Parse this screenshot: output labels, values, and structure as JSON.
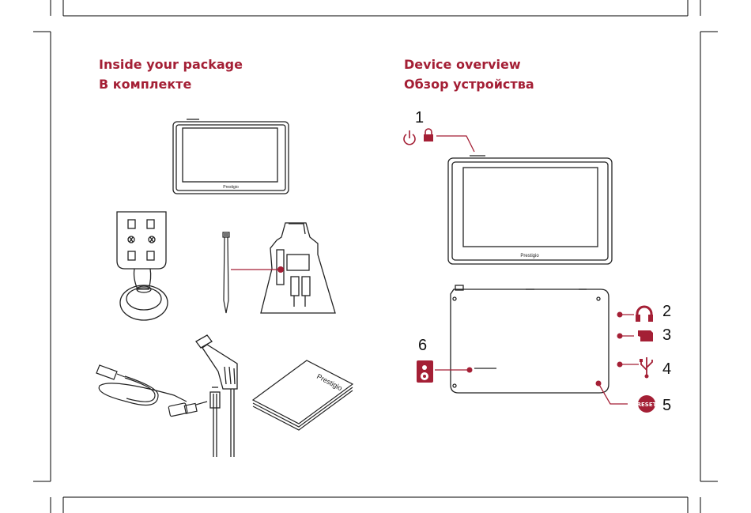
{
  "left": {
    "title_en": "Inside your package",
    "title_ru": "В комплекте",
    "items": [
      {
        "icon": "navigator-icon",
        "brand": "Prestigio"
      },
      {
        "icon": "windshield-mount-icon"
      },
      {
        "icon": "stylus-icon"
      },
      {
        "icon": "mount-bracket-icon"
      },
      {
        "icon": "usb-cable-icon"
      },
      {
        "icon": "car-charger-icon"
      },
      {
        "icon": "manual-booklet-icon",
        "brand": "Prestigio"
      }
    ]
  },
  "right": {
    "title_en": "Device overview",
    "title_ru": "Обзор устройства",
    "brand": "Prestigio",
    "callouts": [
      {
        "number": "1",
        "icon": "power-lock-icon"
      },
      {
        "number": "2",
        "icon": "headphones-icon"
      },
      {
        "number": "3",
        "icon": "microsd-icon"
      },
      {
        "number": "4",
        "icon": "usb-icon"
      },
      {
        "number": "5",
        "icon": "reset-icon",
        "label": "RESET"
      },
      {
        "number": "6",
        "icon": "speaker-icon"
      }
    ]
  },
  "colors": {
    "accent": "#a41f35",
    "line": "#222222"
  }
}
